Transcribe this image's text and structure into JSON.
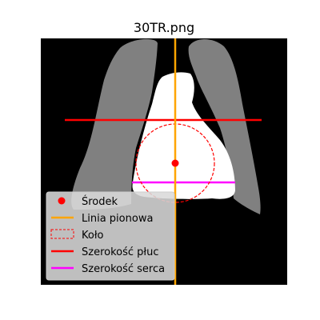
{
  "figure": {
    "title": "30TR.png",
    "background": "#000000",
    "lung_color": "#808080",
    "heart_color": "#ffffff"
  },
  "annotations": {
    "center_point": {
      "label": "Środek",
      "color": "#ff0000",
      "marker": "dot"
    },
    "vertical_line": {
      "label": "Linia pionowa",
      "color": "#ffa500",
      "style": "solid"
    },
    "circle": {
      "label": "Koło",
      "color": "#ff0000",
      "style": "dashed"
    },
    "lung_width": {
      "label": "Szerokość płuc",
      "color": "#ff0000",
      "style": "solid"
    },
    "heart_width": {
      "label": "Szerokość serca",
      "color": "#ff00ff",
      "style": "solid"
    }
  },
  "legend": {
    "placement": "lower-left",
    "items": [
      {
        "key": "center_point",
        "label": "Środek"
      },
      {
        "key": "vertical_line",
        "label": "Linia pionowa"
      },
      {
        "key": "circle",
        "label": "Koło"
      },
      {
        "key": "lung_width",
        "label": "Szerokość płuc"
      },
      {
        "key": "heart_width",
        "label": "Szerokość serca"
      }
    ]
  }
}
